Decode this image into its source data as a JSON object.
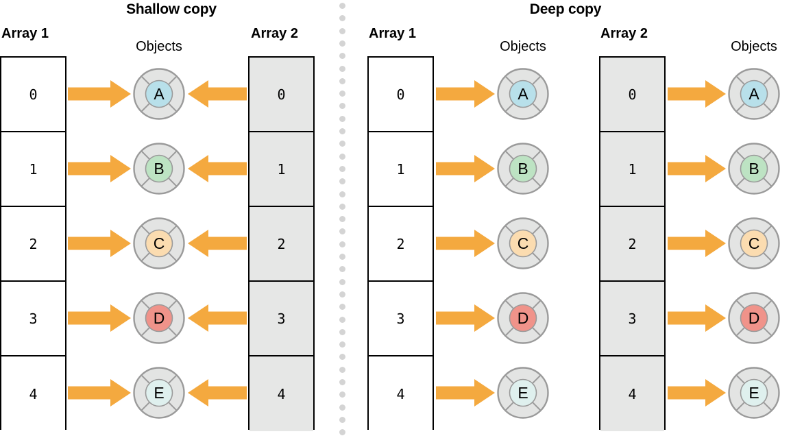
{
  "diagram": {
    "title_shallow": "Shallow copy",
    "title_deep": "Deep copy",
    "array1_label": "Array 1",
    "array2_label": "Array 2",
    "objects_label": "Objects",
    "indices": [
      "0",
      "1",
      "2",
      "3",
      "4"
    ],
    "object_labels": [
      "A",
      "B",
      "C",
      "D",
      "E"
    ],
    "colors": {
      "arrow": "#f4a93f",
      "ring_fill": "#e3e4e3",
      "ring_stroke": "#9a9a9a",
      "inner_stroke": "#9a9a9a",
      "cell_shaded": "#e6e7e6",
      "cell_plain": "#ffffff",
      "cell_border": "#000000",
      "divider_dot": "#d4d4d4",
      "object_A": "#b8e0ea",
      "object_B": "#bde3c3",
      "object_C": "#fbdcb0",
      "object_D": "#f0938a",
      "object_E": "#dff0ee"
    },
    "panels": [
      {
        "name": "shallow-copy",
        "title": "Shallow copy",
        "columns": [
          {
            "kind": "array",
            "label": "Array 1",
            "shaded": false
          },
          {
            "kind": "objects",
            "label": "Objects"
          },
          {
            "kind": "array",
            "label": "Array 2",
            "shaded": true
          }
        ],
        "arrows": [
          {
            "from": "Array 1",
            "to": "Objects",
            "direction": "right"
          },
          {
            "from": "Array 2",
            "to": "Objects",
            "direction": "left"
          }
        ],
        "object_sets": 1
      },
      {
        "name": "deep-copy",
        "title": "Deep copy",
        "columns": [
          {
            "kind": "array",
            "label": "Array 1",
            "shaded": false
          },
          {
            "kind": "objects",
            "label": "Objects"
          },
          {
            "kind": "array",
            "label": "Array 2",
            "shaded": true
          },
          {
            "kind": "objects",
            "label": "Objects"
          }
        ],
        "arrows": [
          {
            "from": "Array 1",
            "to": "Objects",
            "direction": "right"
          },
          {
            "from": "Array 2",
            "to": "Objects",
            "direction": "right"
          }
        ],
        "object_sets": 2
      }
    ]
  }
}
